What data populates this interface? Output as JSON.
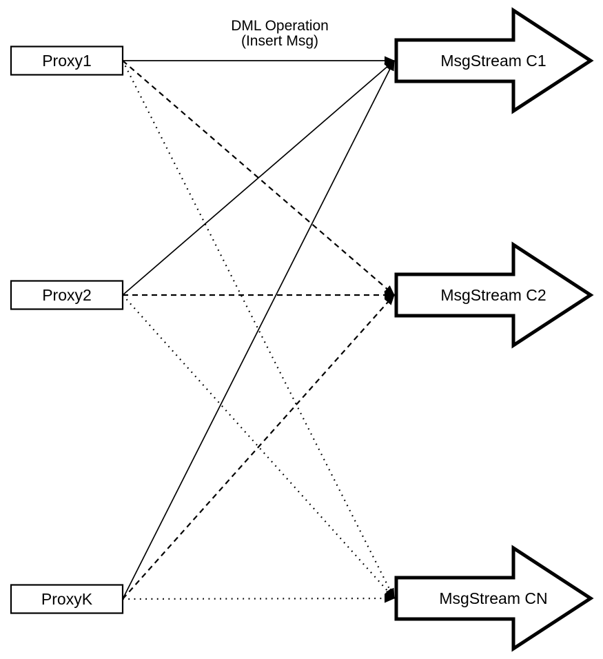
{
  "background": "#ffffff",
  "colors": {
    "stroke": "#000000",
    "fill": "#ffffff",
    "text": "#000000"
  },
  "annotation": {
    "line1": "DML Operation",
    "line2": "(Insert Msg)"
  },
  "proxies": [
    {
      "id": "proxy1",
      "label": "Proxy1"
    },
    {
      "id": "proxy2",
      "label": "Proxy2"
    },
    {
      "id": "proxyk",
      "label": "ProxyK"
    }
  ],
  "streams": [
    {
      "id": "c1",
      "label": "MsgStream C1"
    },
    {
      "id": "c2",
      "label": "MsgStream C2"
    },
    {
      "id": "cn",
      "label": "MsgStream CN"
    }
  ],
  "edges": [
    {
      "from": "proxy1",
      "to": "c1",
      "style": "solid"
    },
    {
      "from": "proxy2",
      "to": "c1",
      "style": "solid"
    },
    {
      "from": "proxyk",
      "to": "c1",
      "style": "solid"
    },
    {
      "from": "proxy1",
      "to": "c2",
      "style": "dashed"
    },
    {
      "from": "proxy2",
      "to": "c2",
      "style": "dashed"
    },
    {
      "from": "proxyk",
      "to": "c2",
      "style": "dashed"
    },
    {
      "from": "proxy1",
      "to": "cn",
      "style": "dotted"
    },
    {
      "from": "proxy2",
      "to": "cn",
      "style": "dotted"
    },
    {
      "from": "proxyk",
      "to": "cn",
      "style": "dotted"
    }
  ]
}
